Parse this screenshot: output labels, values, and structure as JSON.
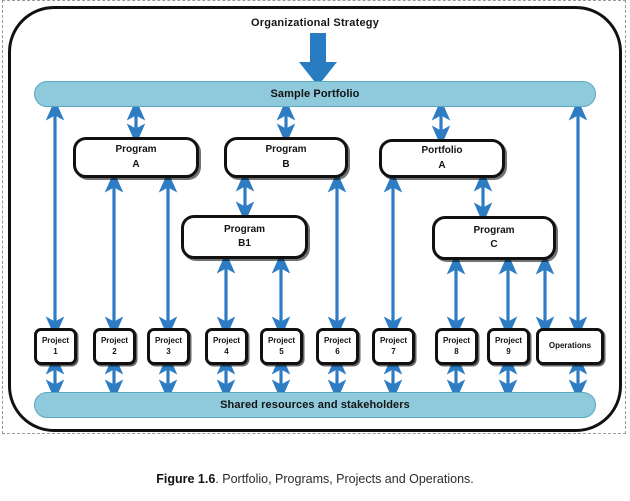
{
  "diagram": {
    "top_label": "Organizational Strategy",
    "portfolio_bar": "Sample Portfolio",
    "shared_bar": "Shared resources and stakeholders",
    "nodes": [
      {
        "id": "program-a",
        "line1": "Program",
        "line2": "A"
      },
      {
        "id": "program-b",
        "line1": "Program",
        "line2": "B"
      },
      {
        "id": "portfolio-a",
        "line1": "Portfolio",
        "line2": "A"
      },
      {
        "id": "program-b1",
        "line1": "Program",
        "line2": "B1"
      },
      {
        "id": "program-c",
        "line1": "Program",
        "line2": "C"
      }
    ],
    "projects": [
      {
        "label": "Project",
        "num": "1"
      },
      {
        "label": "Project",
        "num": "2"
      },
      {
        "label": "Project",
        "num": "3"
      },
      {
        "label": "Project",
        "num": "4"
      },
      {
        "label": "Project",
        "num": "5"
      },
      {
        "label": "Project",
        "num": "6"
      },
      {
        "label": "Project",
        "num": "7"
      },
      {
        "label": "Project",
        "num": "8"
      },
      {
        "label": "Project",
        "num": "9"
      }
    ],
    "operations": "Operations",
    "colors": {
      "arrow_blue": "#2e7dc4",
      "bar_fill": "#8ecadc",
      "bar_border": "#5aa8bf",
      "box_border": "#111111",
      "frame_dashed": "#9a9a9a"
    }
  },
  "caption": {
    "figure_number": "Figure 1.6",
    "text": ". Portfolio, Programs, Projects and Operations."
  }
}
